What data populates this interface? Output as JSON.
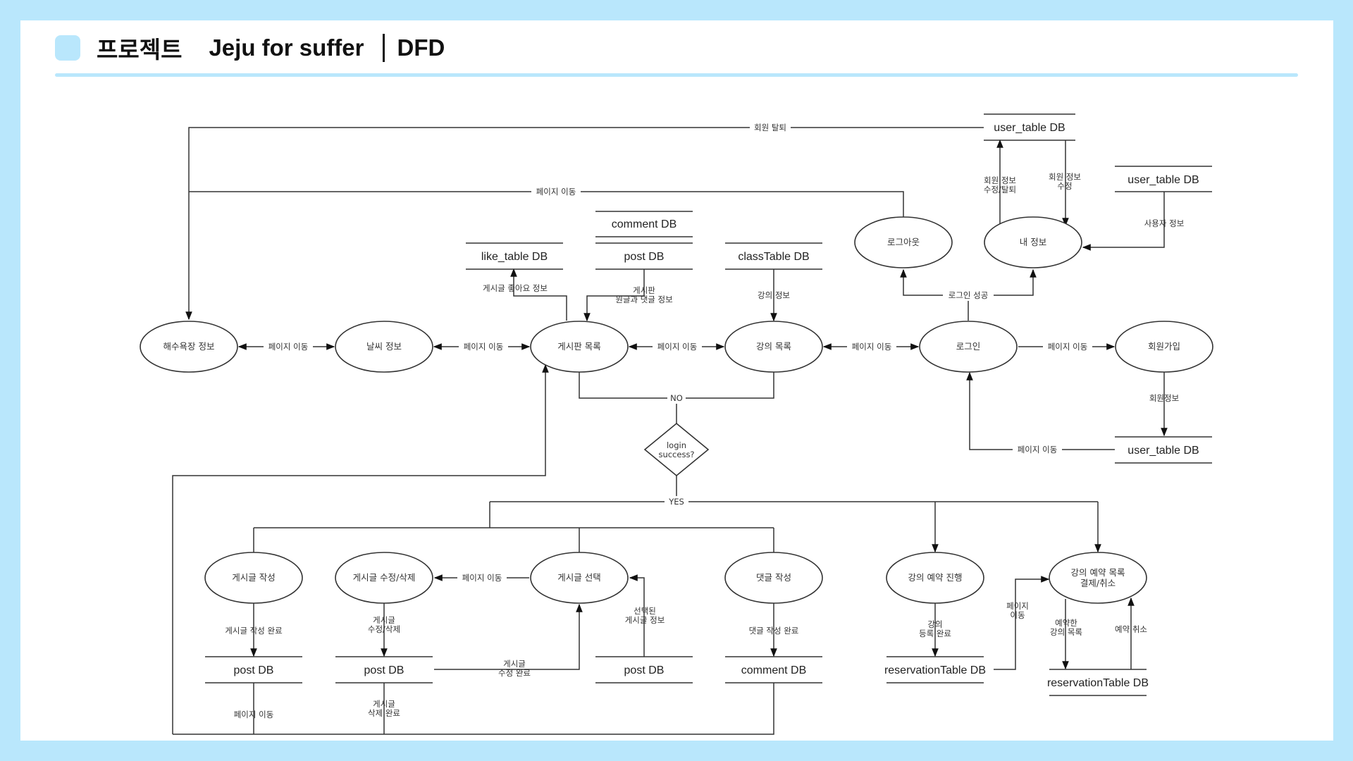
{
  "header": {
    "project_label": "프로젝트",
    "project_name": "Jeju for suffer",
    "section": "DFD",
    "accent_color": "#b9e7fc"
  },
  "diagram": {
    "processes": {
      "beach": "해수욕장 정보",
      "weather": "날씨 정보",
      "board_list": "게시판 목록",
      "class_list": "강의 목록",
      "login": "로그인",
      "signup": "회원가입",
      "logout": "로그아웃",
      "my_info": "내 정보",
      "post_write": "게시글 작성",
      "post_edit": "게시글 수정/삭제",
      "post_select": "게시글 선택",
      "comment_write": "댓글 작성",
      "class_reserve": "강의 예약 진행",
      "reserve_list_line1": "강의 예약 목록",
      "reserve_list_line2": "결제/취소"
    },
    "decision": {
      "line1": "login",
      "line2": "success?",
      "yes": "YES",
      "no": "NO"
    },
    "stores": {
      "user_table_top": "user_table DB",
      "user_table_right": "user_table DB",
      "user_table_signup": "user_table DB",
      "comment_top": "comment DB",
      "post_top": "post DB",
      "like_table": "like_table DB",
      "class_table": "classTable DB",
      "post_write": "post DB",
      "post_edit": "post DB",
      "post_select": "post DB",
      "comment_bottom": "comment DB",
      "reservation_1": "reservationTable DB",
      "reservation_2": "reservationTable DB"
    },
    "flows": {
      "withdraw": "회원 탈퇴",
      "page_move": "페이지 이동",
      "member_edit_withdraw_1": "회원 정보",
      "member_edit_withdraw_2": "수정/탈퇴",
      "member_edit_1": "회원 정보",
      "member_edit_2": "수정",
      "user_info": "사용자 정보",
      "login_success": "로그인 성공",
      "like_info": "게시글 좋아요 정보",
      "board_info_1": "게시판",
      "board_info_2": "원글과 댓글 정보",
      "class_info": "강의 정보",
      "member_info": "회원정보",
      "post_write_done": "게시글 작성 완료",
      "post_edit_1": "게시글",
      "post_edit_2": "수정/삭제",
      "post_edit_done_1": "게시글",
      "post_edit_done_2": "수정 완료",
      "post_delete_done_1": "게시글",
      "post_delete_done_2": "삭제 완료",
      "selected_post_1": "선택된",
      "selected_post_2": "게시글 정보",
      "comment_done": "댓글 작성 완료",
      "class_reg_1": "강의",
      "class_reg_2": "등록 완료",
      "page_move_1": "페이지",
      "page_move_2": "이동",
      "reserved_1": "예약한",
      "reserved_2": "강의 목록",
      "reserve_cancel": "예약 취소"
    }
  }
}
